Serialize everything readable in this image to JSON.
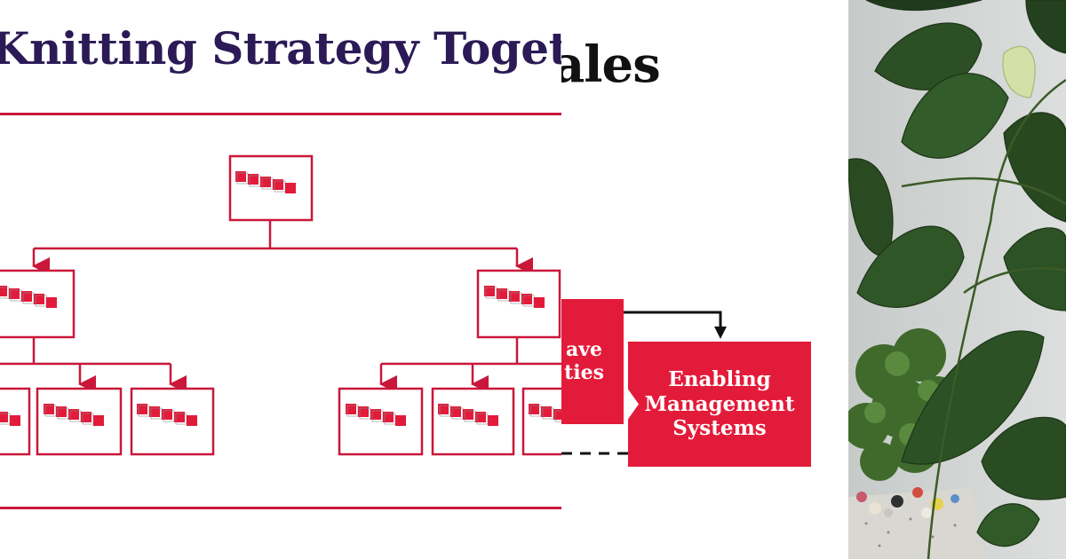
{
  "back_slide": {
    "title": "ales",
    "capabilities_box": {
      "lines": [
        "ave",
        "ties"
      ]
    },
    "enabling_box": {
      "lines": [
        "Enabling",
        "Management",
        "Systems"
      ]
    }
  },
  "front_slide": {
    "title": "Knitting Strategy Together"
  },
  "colors": {
    "accent_red": "#c9173a",
    "box_red": "#e31b3a",
    "title_purple": "#2b1a55"
  }
}
